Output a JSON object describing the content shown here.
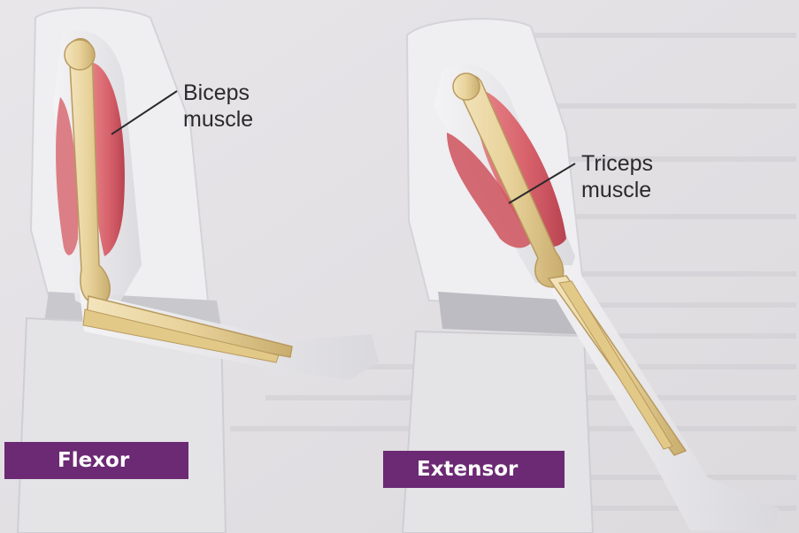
{
  "figure": {
    "flexor": {
      "badge": "Flexor",
      "muscle_label_line1": "Biceps",
      "muscle_label_line2": "muscle"
    },
    "extensor": {
      "badge": "Extensor",
      "muscle_label_line1": "Triceps",
      "muscle_label_line2": "muscle"
    },
    "colors": {
      "badge_bg": "#6b2a73",
      "muscle": "#d9666d",
      "bone": "#e8d29a",
      "page": "#e3e1e4"
    }
  }
}
